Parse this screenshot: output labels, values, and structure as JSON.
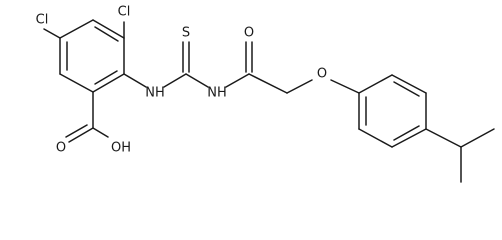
{
  "molecule": {
    "atoms": {
      "cl_top_left": "Cl",
      "cl_top_right": "Cl",
      "thio_sulfur": "S",
      "nh_left": "NH",
      "nh_right": "NH",
      "carbonyl_oxygen": "O",
      "ether_oxygen": "O",
      "acid_oxygen": "O",
      "acid_hydroxyl": "OH"
    }
  },
  "colors": {
    "ink": "#1a1a1a",
    "background": "#ffffff"
  }
}
